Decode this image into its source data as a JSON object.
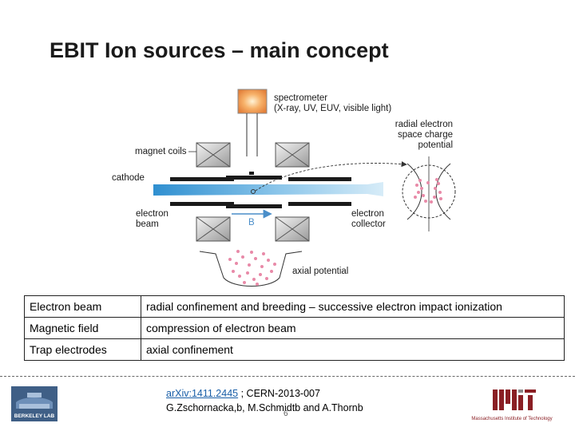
{
  "slide": {
    "title": "EBIT Ion sources – main concept"
  },
  "diagram": {
    "labels": {
      "spectrometer": "spectrometer",
      "spectrometer_detail": "(X-ray, UV, EUV, visible light)",
      "radial_line1": "radial electron",
      "radial_line2": "space charge",
      "radial_line3": "potential",
      "magnet_coils": "magnet coils",
      "cathode": "cathode",
      "electron_beam_line1": "electron",
      "electron_beam_line2": "beam",
      "field_b": "B",
      "collector_line1": "electron",
      "collector_line2": "collector",
      "axial_potential": "axial potential"
    },
    "colors": {
      "beam": "#4aa3d8",
      "field_arrow": "#4a8ec9",
      "ions": "#e88aa8",
      "spectrometer": "#f0a060",
      "electrode": "#1a1a1a"
    }
  },
  "table": {
    "rows": [
      {
        "component": "Electron beam",
        "role": "radial confinement and breeding – successive electron impact ionization"
      },
      {
        "component": "Magnetic field",
        "role": "compression of electron beam"
      },
      {
        "component": "Trap electrodes",
        "role": "axial confinement"
      }
    ]
  },
  "footer": {
    "link": "arXiv:1411.2445",
    "refs": " ; CERN-2013-007",
    "authors": "G.Zschornacka,b, M.Schmidtb and A.Thornb",
    "page": "6",
    "logo_left": "BERKELEY LAB",
    "logo_right": "Massachusetts Institute of Technology"
  }
}
